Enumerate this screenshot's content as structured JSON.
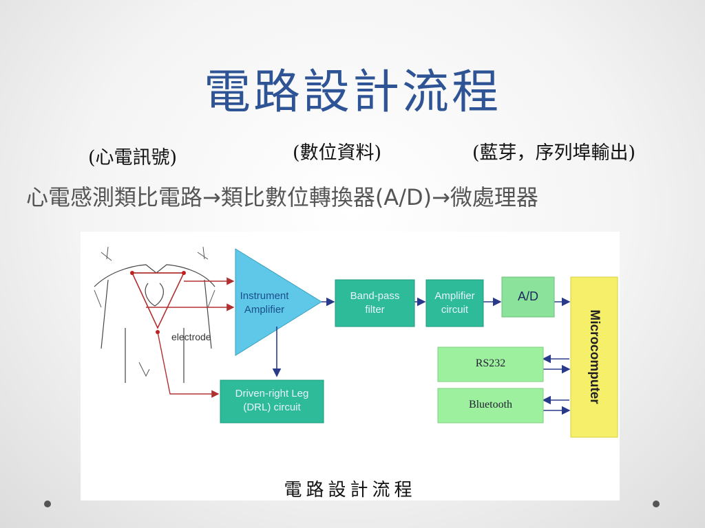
{
  "title": "電路設計流程",
  "subtitles": {
    "ecg": "(心電訊號)",
    "digital": "(數位資料)",
    "bluetooth": "(藍芽，序列埠輸出)"
  },
  "flow_text": "心電感測類比電路→類比數位轉換器(A/D)→微處理器",
  "figure": {
    "electrode_label": "electrode",
    "instrument_amplifier": "Instrument\nAmplifier",
    "band_pass": "Band-pass\nfilter",
    "amplifier_circuit": "Amplifier\ncircuit",
    "ad": "A/D",
    "microcomputer": "Microcomputer",
    "rs232": "RS232",
    "bluetooth": "Bluetooth",
    "drl": "Driven-right Leg\n(DRL) circuit",
    "caption": "電路設計流程",
    "colors": {
      "amp_triangle": "#5fc8e8",
      "filter_box": "#2dbb9a",
      "ad_box": "#8be29a",
      "io_box": "#9df09e",
      "micro_box": "#f6ef6a",
      "arrow_red": "#b03030",
      "arrow_blue": "#2a3a8a"
    }
  }
}
